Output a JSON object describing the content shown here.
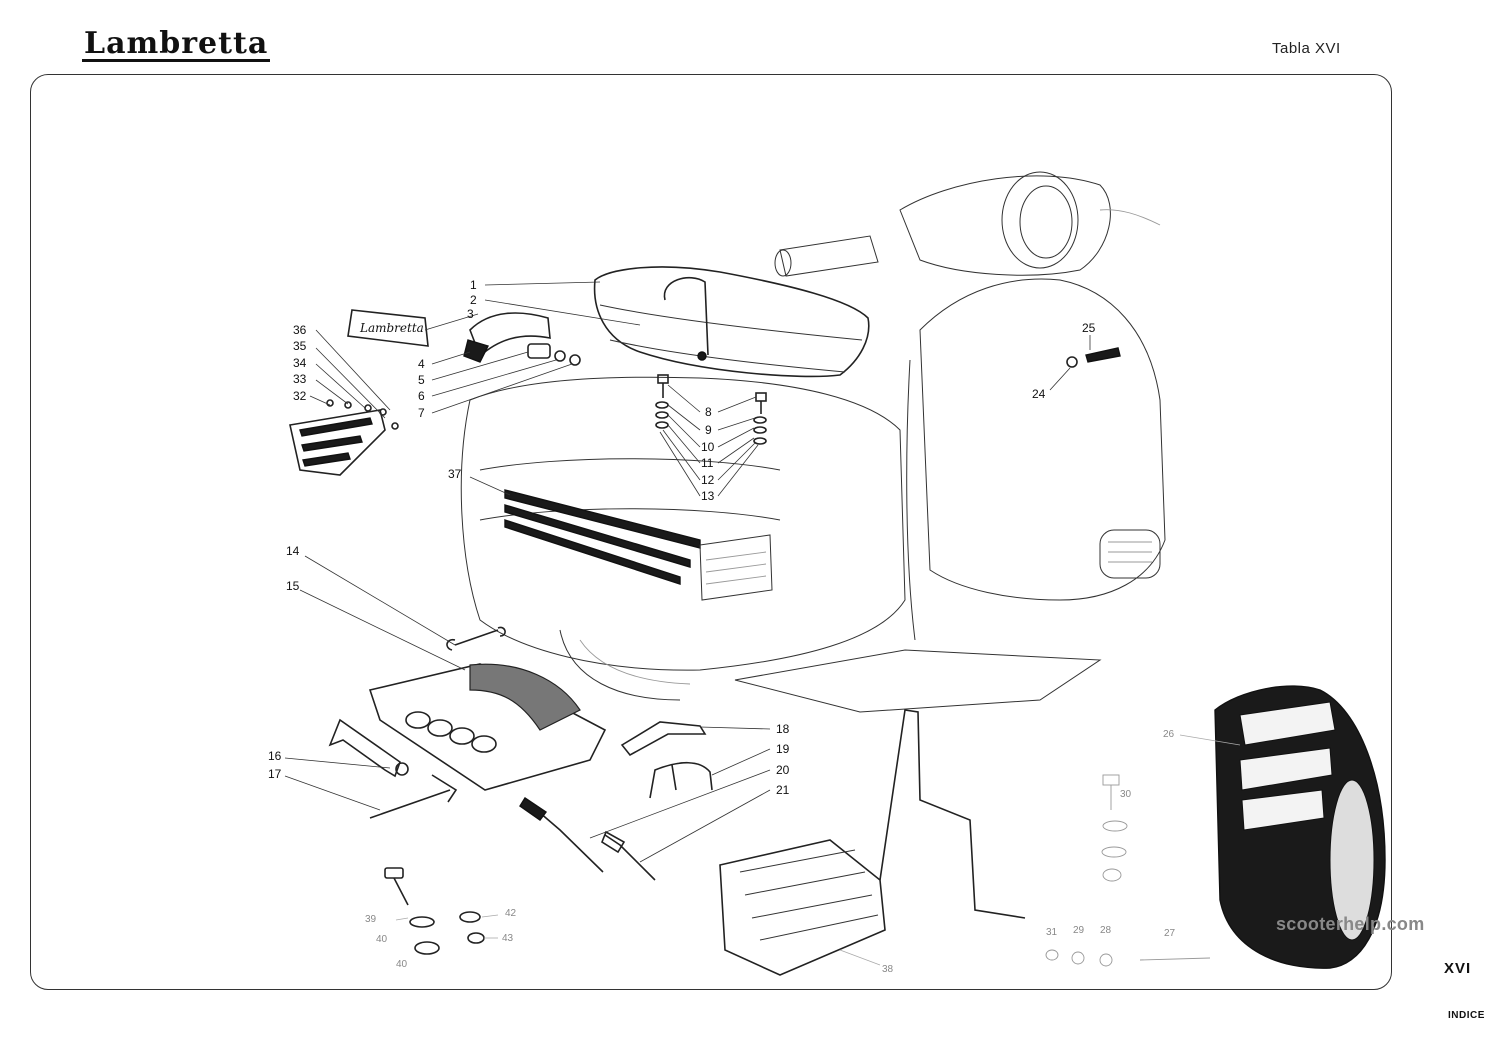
{
  "header": {
    "brand": "Lambretta",
    "plate_label": "Tabla XVI"
  },
  "footer": {
    "watermark": "scooterhelp.com",
    "roman": "XVI",
    "index_label": "INDICE"
  },
  "callouts": [
    {
      "id": "c1",
      "text": "1"
    },
    {
      "id": "c2",
      "text": "2"
    },
    {
      "id": "c3",
      "text": "3"
    },
    {
      "id": "c4",
      "text": "4"
    },
    {
      "id": "c5",
      "text": "5"
    },
    {
      "id": "c6",
      "text": "6"
    },
    {
      "id": "c7",
      "text": "7"
    },
    {
      "id": "c8",
      "text": "8"
    },
    {
      "id": "c9",
      "text": "9"
    },
    {
      "id": "c10",
      "text": "10"
    },
    {
      "id": "c11",
      "text": "11"
    },
    {
      "id": "c12",
      "text": "12"
    },
    {
      "id": "c13",
      "text": "13"
    },
    {
      "id": "c14",
      "text": "14"
    },
    {
      "id": "c15",
      "text": "15"
    },
    {
      "id": "c16",
      "text": "16"
    },
    {
      "id": "c17",
      "text": "17"
    },
    {
      "id": "c18",
      "text": "18"
    },
    {
      "id": "c19",
      "text": "19"
    },
    {
      "id": "c20",
      "text": "20"
    },
    {
      "id": "c21",
      "text": "21"
    },
    {
      "id": "c24",
      "text": "24"
    },
    {
      "id": "c25",
      "text": "25"
    },
    {
      "id": "c26",
      "text": "26"
    },
    {
      "id": "c27",
      "text": "27"
    },
    {
      "id": "c28",
      "text": "28"
    },
    {
      "id": "c29",
      "text": "29"
    },
    {
      "id": "c30",
      "text": "30"
    },
    {
      "id": "c31",
      "text": "31"
    },
    {
      "id": "c32",
      "text": "32"
    },
    {
      "id": "c33",
      "text": "33"
    },
    {
      "id": "c34",
      "text": "34"
    },
    {
      "id": "c35",
      "text": "35"
    },
    {
      "id": "c36",
      "text": "36"
    },
    {
      "id": "c37",
      "text": "37"
    },
    {
      "id": "c38",
      "text": "38"
    },
    {
      "id": "c39",
      "text": "39"
    },
    {
      "id": "c40a",
      "text": "40"
    },
    {
      "id": "c40b",
      "text": "40"
    },
    {
      "id": "c42",
      "text": "42"
    },
    {
      "id": "c43",
      "text": "43"
    }
  ],
  "icons": {
    "brand_plate": "lambretta-script-badge-icon"
  }
}
